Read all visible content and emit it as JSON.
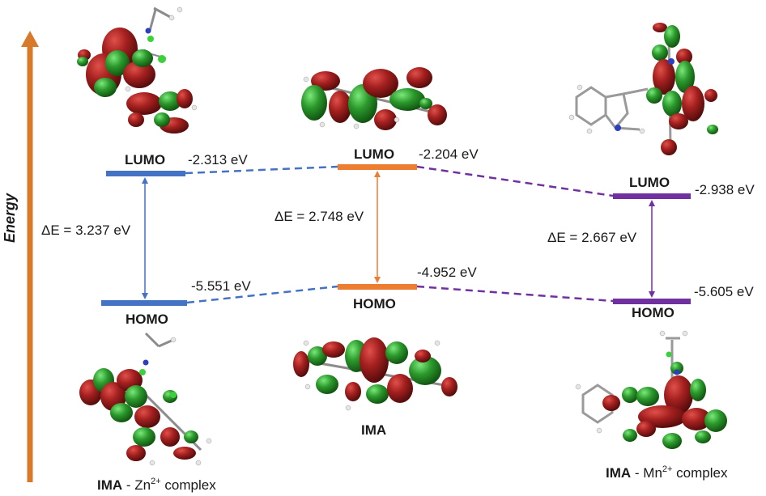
{
  "axis": {
    "label": "Energy",
    "color": "#d97a2b"
  },
  "systems": [
    {
      "id": "zn",
      "color": "#4472c4",
      "lumo": {
        "label": "LUMO",
        "energy": "-2.313 eV"
      },
      "homo": {
        "label": "HOMO",
        "energy": "-5.551 eV"
      },
      "gap": "ΔE = 3.237 eV",
      "caption": {
        "bold": "IMA",
        "rest": " - Zn",
        "sup": "2+",
        "tail": " complex"
      }
    },
    {
      "id": "ima",
      "color": "#ed7d31",
      "lumo": {
        "label": "LUMO",
        "energy": "-2.204 eV"
      },
      "homo": {
        "label": "HOMO",
        "energy": "-4.952 eV"
      },
      "gap": "ΔE = 2.748 eV",
      "caption": {
        "bold": "IMA",
        "rest": "",
        "sup": "",
        "tail": ""
      }
    },
    {
      "id": "mn",
      "color": "#7030a0",
      "lumo": {
        "label": "LUMO",
        "energy": "-2.938 eV"
      },
      "homo": {
        "label": "HOMO",
        "energy": "-5.605 eV"
      },
      "gap": "ΔE = 2.667 eV",
      "caption": {
        "bold": "IMA",
        "rest": " - Mn",
        "sup": "2+",
        "tail": " complex"
      }
    }
  ],
  "orbital_colors": {
    "positive": "#8b1a1a",
    "negative": "#2e9e2e",
    "carbon": "#8c8c8c",
    "hydrogen": "#e6e6e6",
    "nitrogen": "#2b3fbf",
    "halide": "#3bd13b"
  }
}
